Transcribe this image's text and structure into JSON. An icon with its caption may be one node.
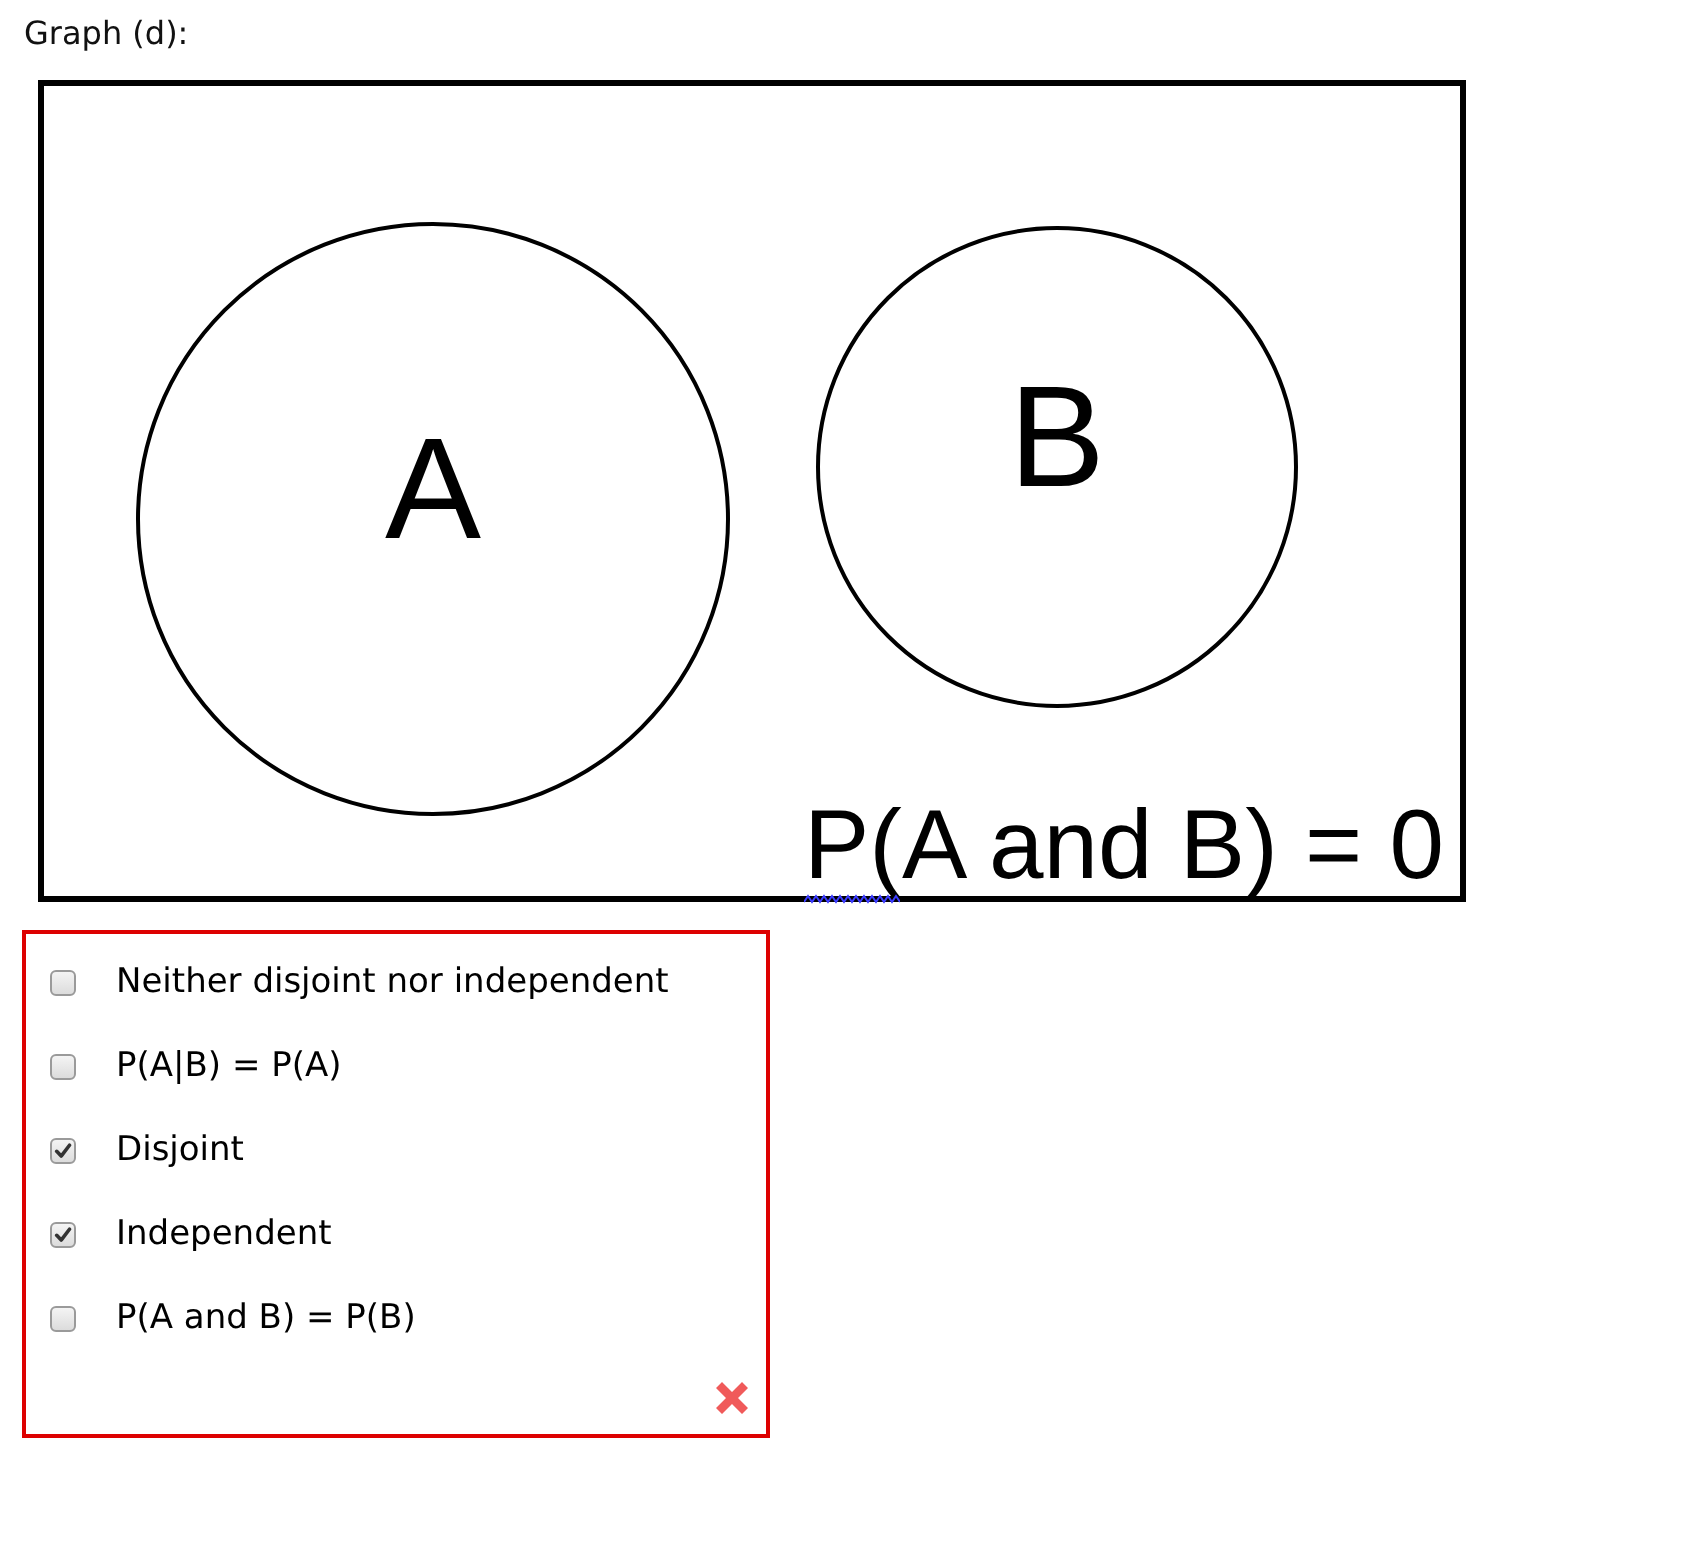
{
  "diagram": {
    "title": "Graph (d):",
    "nodes": [
      {
        "text": [
          "P(A and B) = 0"
        ]
      },
      {
        "text": [
          "A"
        ],
        "in": 0
      },
      {
        "text": [
          "B"
        ],
        "in": 0
      },
      {
        "text": [
          "Neither disjoint nor independent",
          "P(A|B) = P(A)",
          "Disjoint",
          "Independent",
          "P(A and B) = P(B)"
        ]
      }
    ]
  }
}
